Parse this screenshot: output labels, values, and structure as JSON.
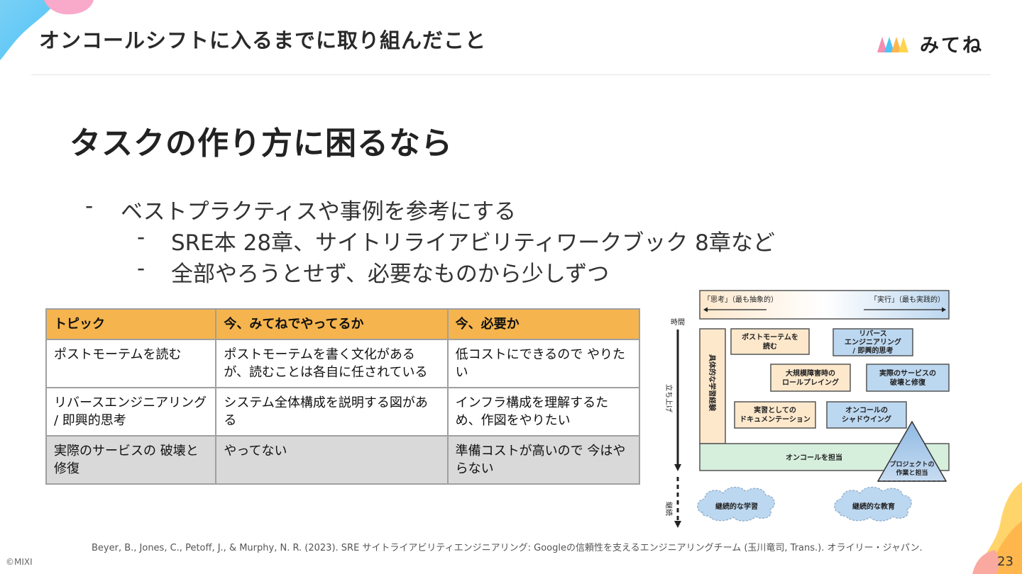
{
  "header": {
    "title": "オンコールシフトに入るまでに取り組んだこと",
    "logo_text": "みてね"
  },
  "heading": "タスクの作り方に困るなら",
  "bullets": [
    {
      "dash": "-",
      "text": "ベストプラクティスや事例を参考にする"
    },
    {
      "dash": "-",
      "text": "SRE本 28章、サイトリライアビリティワークブック 8章など"
    },
    {
      "dash": "-",
      "text": "全部やろうとせず、必要なものから少しずつ"
    }
  ],
  "table": {
    "headers": [
      "トピック",
      "今、みてねでやってるか",
      "今、必要か"
    ],
    "rows": [
      [
        "ポストモーテムを読む",
        "ポストモーテムを書く文化があるが、読むことは各自に任されている",
        "低コストにできるので やりたい"
      ],
      [
        "リバースエンジニアリング / 即興的思考",
        "システム全体構成を説明する図がある",
        "インフラ構成を理解するため、作図をやりたい"
      ],
      [
        "実際のサービスの 破壊と修復",
        "やってない",
        "準備コストが高いので 今はやらない"
      ]
    ]
  },
  "diagram": {
    "thinking_label": "「思考」（最も抽象的）",
    "doing_label": "「実行」（最も実践的）",
    "time_label": "時間",
    "ramp_up_label": "立ち上げ",
    "continuous_label": "継続",
    "concrete_learning_label": "具体的な学習経験",
    "boxes": {
      "postmortem": [
        "ポストモーテムを",
        "読む"
      ],
      "reverse": [
        "リバース",
        "エンジニアリング",
        "/ 即興的思考"
      ],
      "roleplay": [
        "大規模障害時の",
        "ロールプレイング"
      ],
      "break_fix": [
        "実際のサービスの",
        "破壊と修復"
      ],
      "documentation": [
        "実習としての",
        "ドキュメンテーション"
      ],
      "shadowing": [
        "オンコールの",
        "シャドウイング"
      ]
    },
    "oncall_bar": "オンコールを担当",
    "project": [
      "プロジェクトの",
      "作業と担当"
    ],
    "cloud_learning": "継続的な学習",
    "cloud_education": "継続的な教育"
  },
  "citation": "Beyer, B., Jones, C., Petoff, J., & Murphy, N. R. (2023). SRE サイトライアビリティエンジニアリング: Googleの信頼性を支えるエンジニアリングチーム (玉川竜司, Trans.). オライリー・ジャパン.",
  "footer": {
    "copyright": "©MIXI",
    "page_number": "23"
  },
  "colors": {
    "table_header": "#f5b44d",
    "gray_row": "#d9d9d9",
    "orange_box": "#fde8cc",
    "blue_box": "#bcd7f0",
    "green_bar": "#d6eedc"
  }
}
